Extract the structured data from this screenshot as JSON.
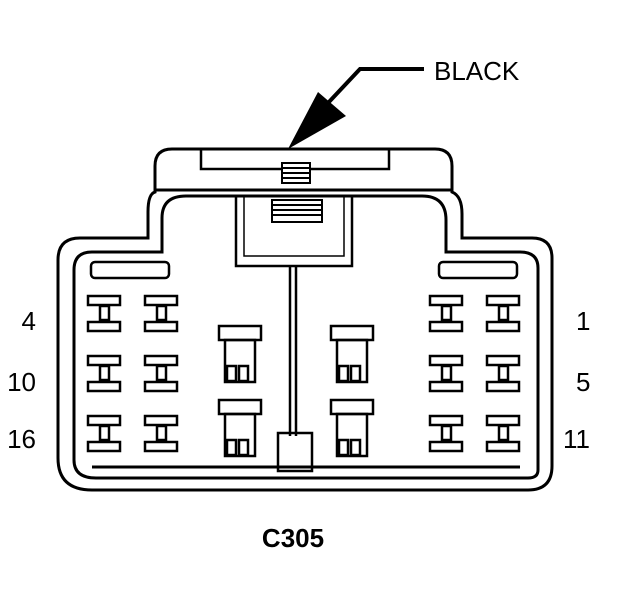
{
  "diagram": {
    "connector_id": "C305",
    "color_callout": "BLACK",
    "pin_numbers": {
      "left_top": "4",
      "left_middle": "10",
      "left_bottom": "16",
      "right_top": "1",
      "right_middle": "5",
      "right_bottom": "11"
    },
    "colors": {
      "line": "#000000",
      "background": "#ffffff"
    }
  }
}
